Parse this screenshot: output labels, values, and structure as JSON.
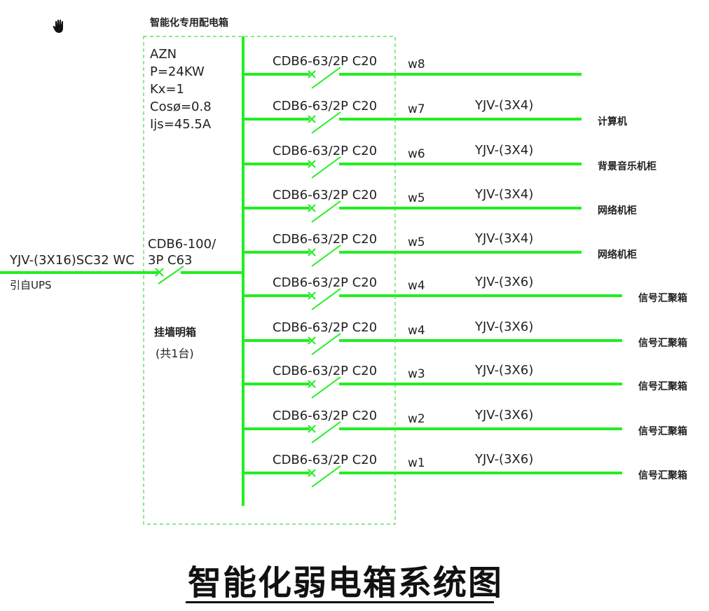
{
  "panel": {
    "name": "智能化专用配电箱",
    "specs": [
      "AZN",
      "P=24KW",
      "Kx=1",
      "Cosø=0.8",
      "Ijs=45.5A"
    ],
    "main_breaker": [
      "CDB6-100/",
      "3P C63"
    ],
    "mounting": "挂墙明箱",
    "quantity": "(共1台)"
  },
  "incoming": {
    "cable": "YJV-(3X16)SC32 WC",
    "source": "引自UPS"
  },
  "circuits": [
    {
      "breaker": "CDB6-63/2P C20",
      "circuit": "w8",
      "cable": "",
      "destination": ""
    },
    {
      "breaker": "CDB6-63/2P C20",
      "circuit": "w7",
      "cable": "YJV-(3X4)",
      "destination": "计算机"
    },
    {
      "breaker": "CDB6-63/2P C20",
      "circuit": "w6",
      "cable": "YJV-(3X4)",
      "destination": "背景音乐机柜"
    },
    {
      "breaker": "CDB6-63/2P C20",
      "circuit": "w5",
      "cable": "YJV-(3X4)",
      "destination": "网络机柜"
    },
    {
      "breaker": "CDB6-63/2P C20",
      "circuit": "w5",
      "cable": "YJV-(3X4)",
      "destination": "网络机柜"
    },
    {
      "breaker": "CDB6-63/2P C20",
      "circuit": "w4",
      "cable": "YJV-(3X6)",
      "destination": "信号汇聚箱"
    },
    {
      "breaker": "CDB6-63/2P C20",
      "circuit": "w4",
      "cable": "YJV-(3X6)",
      "destination": "信号汇聚箱"
    },
    {
      "breaker": "CDB6-63/2P C20",
      "circuit": "w3",
      "cable": "YJV-(3X6)",
      "destination": "信号汇聚箱"
    },
    {
      "breaker": "CDB6-63/2P C20",
      "circuit": "w2",
      "cable": "YJV-(3X6)",
      "destination": "信号汇聚箱"
    },
    {
      "breaker": "CDB6-63/2P C20",
      "circuit": "w1",
      "cable": "YJV-(3X6)",
      "destination": "信号汇聚箱"
    }
  ],
  "title": "智能化弱电箱系统图",
  "colors": {
    "wire": "#22ee22",
    "panel_border": "#44dd44",
    "text": "#222222"
  },
  "icons": {
    "corner": "hand-pointer-icon"
  }
}
